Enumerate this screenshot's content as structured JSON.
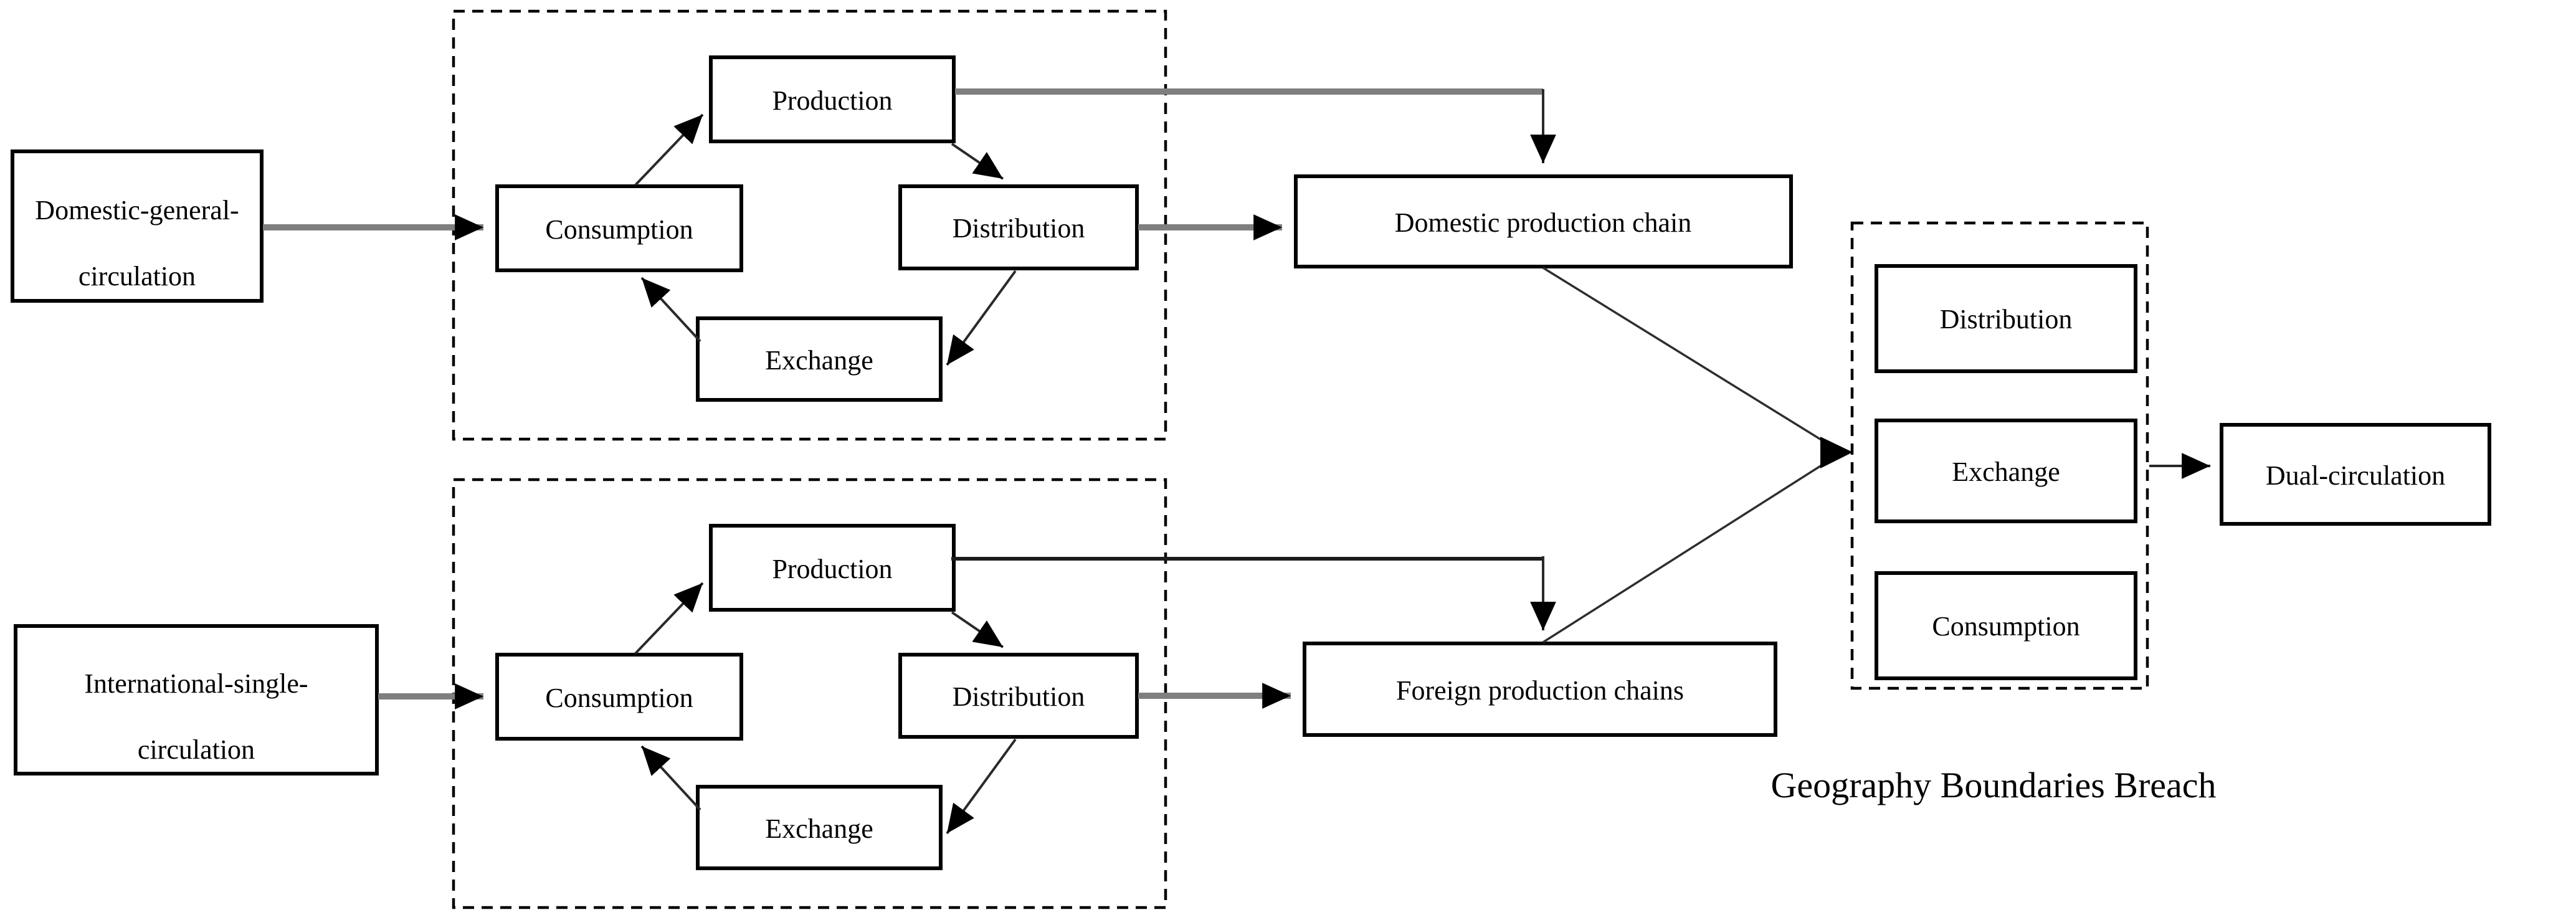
{
  "nodes": {
    "domestic_general": {
      "line1": "Domestic-general-",
      "line2": "circulation"
    },
    "international_single": {
      "line1": "International-single-",
      "line2": "circulation"
    },
    "top_cycle": {
      "production": "Production",
      "consumption": "Consumption",
      "distribution": "Distribution",
      "exchange": "Exchange"
    },
    "bottom_cycle": {
      "production": "Production",
      "consumption": "Consumption",
      "distribution": "Distribution",
      "exchange": "Exchange"
    },
    "domestic_chain": "Domestic production chain",
    "foreign_chains": "Foreign production chains",
    "breach_stack": {
      "distribution": "Distribution",
      "exchange": "Exchange",
      "consumption": "Consumption"
    },
    "dual_circulation": "Dual-circulation",
    "caption": "Geography Boundaries Breach"
  },
  "colors": {
    "background": "#ffffff",
    "box_border": "#000000",
    "text": "#000000",
    "gray_connector": "#7f7f7f",
    "black_connector": "#1c1c1c"
  }
}
